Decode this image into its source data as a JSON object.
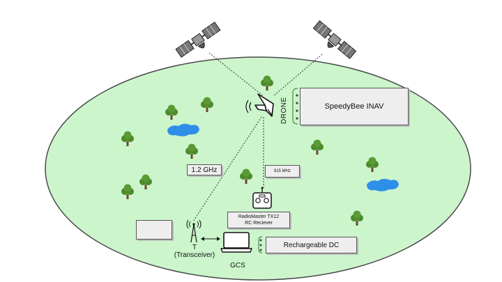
{
  "colors": {
    "field": "#ccf5cc",
    "field_border": "#4a4a4a",
    "water": "#2f8fe8",
    "tree": "#4d8a2c",
    "box_fill": "#eeeeee",
    "bracket": "#4a8a4a"
  },
  "icons": [
    "satellite-icon",
    "drone-icon",
    "tree-icon",
    "lake-icon",
    "radio-controller-icon",
    "antenna-tower-icon",
    "laptop-icon"
  ],
  "labels": {
    "drone": "DRONE",
    "flight_controller": "SpeedyBee INAV",
    "link_1_2ghz": "1.2 GHz",
    "link_915mhz": "915 MHz",
    "rc_line1": "RadioMaster TX12",
    "rc_line2": "RC Reciever",
    "transceiver_line1": "T",
    "transceiver_line2": "(Transceiver)",
    "gcs": "GCS",
    "rechargeable": "Rechargeable DC"
  }
}
